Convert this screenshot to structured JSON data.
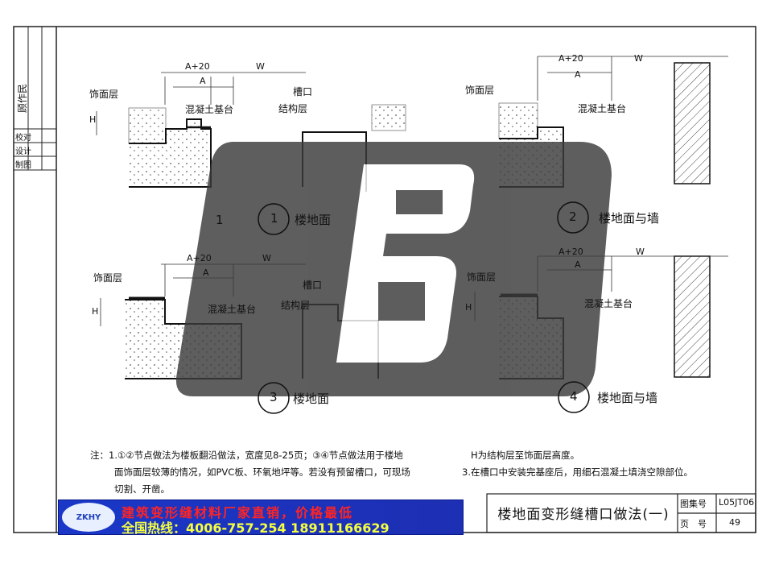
{
  "drawing": {
    "side_table": {
      "rows": [
        "校对",
        "设计",
        "制图"
      ],
      "signature": "顾作民"
    },
    "details": [
      {
        "number": "1",
        "caption": "楼地面",
        "labels": {
          "a20": "A+20",
          "w": "W",
          "a": "A",
          "h": "H",
          "finish": "饰面层",
          "base": "混凝土基台"
        }
      },
      {
        "number": "2",
        "caption": "楼地面与墙",
        "labels": {
          "a20": "A+20",
          "w": "W",
          "a": "A",
          "finish": "饰面层",
          "base": "混凝土基台"
        }
      },
      {
        "number": "3",
        "caption": "楼地面",
        "labels": {
          "a20": "A+20",
          "w": "W",
          "a": "A",
          "h": "H",
          "finish": "饰面层",
          "base": "混凝土基台"
        }
      },
      {
        "number": "4",
        "caption": "楼地面与墙",
        "labels": {
          "a20": "A+20",
          "w": "W",
          "a": "A",
          "h": "H",
          "finish": "饰面层",
          "base": "混凝土基台"
        }
      }
    ],
    "center_labels": {
      "groove_top": "槽口",
      "structure_top": "结构层",
      "groove_bottom": "槽口",
      "structure_bottom": "结构层"
    },
    "notes": {
      "line1": "注：1.①②节点做法为楼板翻沿做法，宽度见8-25页；③④节点做法用于楼地",
      "line2": "面饰面层较薄的情况，如PVC板、环氧地坪等。若没有预留槽口，可现场",
      "line3": "切割、开凿。",
      "line4": "H为结构层至饰面层高度。",
      "line5": "3.在槽口中安装完基座后，用细石混凝土填浇空隙部位。"
    },
    "title_block": {
      "title": "楼地面变形缝槽口做法(一)",
      "atlas_label": "图集号",
      "atlas_no": "L05JT06",
      "page_label": "页　号",
      "page_no": "49"
    },
    "banner": {
      "logo": "ZKHY",
      "line1": "建筑变形缝材料厂家直销，价格最低",
      "line2": "全国热线：4006-757-254 18911166629"
    }
  }
}
